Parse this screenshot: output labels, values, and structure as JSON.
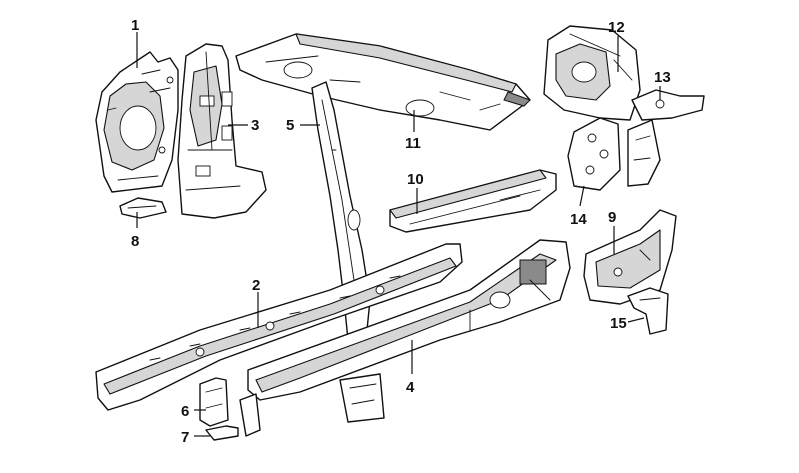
{
  "callouts": [
    {
      "id": "part-1",
      "label": "1"
    },
    {
      "id": "part-2",
      "label": "2"
    },
    {
      "id": "part-3",
      "label": "3"
    },
    {
      "id": "part-4",
      "label": "4"
    },
    {
      "id": "part-5",
      "label": "5"
    },
    {
      "id": "part-6",
      "label": "6"
    },
    {
      "id": "part-7",
      "label": "7"
    },
    {
      "id": "part-8",
      "label": "8"
    },
    {
      "id": "part-9",
      "label": "9"
    },
    {
      "id": "part-10",
      "label": "10"
    },
    {
      "id": "part-11",
      "label": "11"
    },
    {
      "id": "part-12",
      "label": "12"
    },
    {
      "id": "part-13",
      "label": "13"
    },
    {
      "id": "part-14",
      "label": "14"
    },
    {
      "id": "part-15",
      "label": "15"
    }
  ]
}
